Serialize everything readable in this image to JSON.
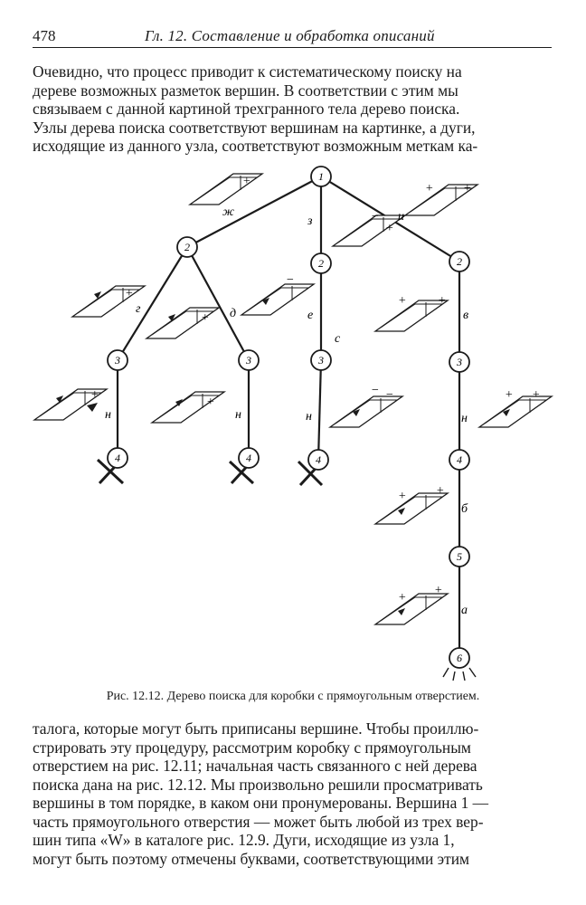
{
  "header": {
    "page_number": "478",
    "running_head": "Гл. 12. Составление и обработка описаний"
  },
  "paragraph_top": [
    "Очевидно, что процесс приводит к систематическому поиску на",
    "дереве возможных разметок вершин. В соответствии с этим мы",
    "связываем с данной картиной трехгранного тела дерево поиска.",
    "Узлы дерева поиска соответствуют вершинам на картинке, а дуги,",
    "исходящие из данного узла, соответствуют возможным меткам ка-"
  ],
  "figure": {
    "caption": "Рис. 12.12. Дерево поиска для коробки с прямоугольным отверстием.",
    "nodes": [
      "1",
      "2",
      "2",
      "2",
      "3",
      "3",
      "3",
      "3",
      "4",
      "4",
      "4",
      "4",
      "5",
      "6"
    ],
    "edge_labels": [
      "ж",
      "з",
      "и",
      "г",
      "д",
      "е",
      "в",
      "н",
      "н",
      "н",
      "н",
      "б",
      "а"
    ],
    "mark_plus": "+",
    "mark_minus": "−",
    "stray_mark": "с"
  },
  "paragraph_bottom": [
    "талога, которые могут быть приписаны вершине. Чтобы проиллю-",
    "стрировать эту процедуру, рассмотрим коробку с прямоугольным",
    "отверстием на рис. 12.11; начальная часть связанного с ней дерева",
    "поиска дана на рис. 12.12. Мы произвольно решили просматривать",
    "вершины в том порядке, в каком они пронумерованы. Вершина 1 —",
    "часть прямоугольного отверстия — может быть любой из трех вер-",
    "шин типа «W» в каталоге рис. 12.9. Дуги, исходящие из узла 1,",
    "могут быть поэтому отмечены буквами, соответствующими этим"
  ]
}
